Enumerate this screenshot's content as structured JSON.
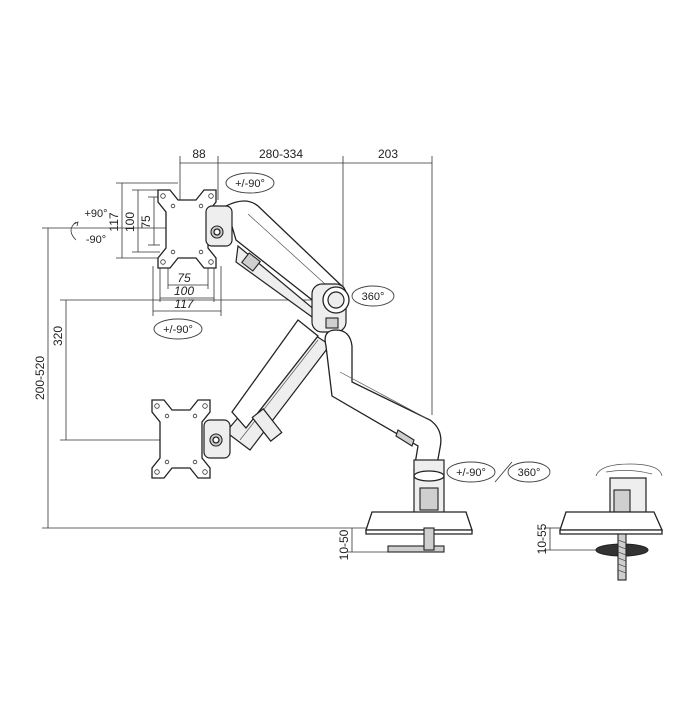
{
  "dimensions": {
    "top": [
      "88",
      "280-334",
      "203"
    ],
    "vesa_vertical": [
      "117",
      "100",
      "75"
    ],
    "vesa_horizontal": [
      "75",
      "100",
      "117"
    ],
    "total_height": "200-520",
    "arm_height": "320",
    "clamp_left": "10-50",
    "clamp_right": "10-55"
  },
  "rotations": {
    "tilt_up": "+90°",
    "tilt_down": "-90°",
    "top_swivel": "+/-90°",
    "vesa_swivel": "+/-90°",
    "elbow": "360°",
    "base_swivel": "+/-90°",
    "base_rotation": "360°"
  },
  "colors": {
    "line": "#222222",
    "background": "#ffffff"
  }
}
